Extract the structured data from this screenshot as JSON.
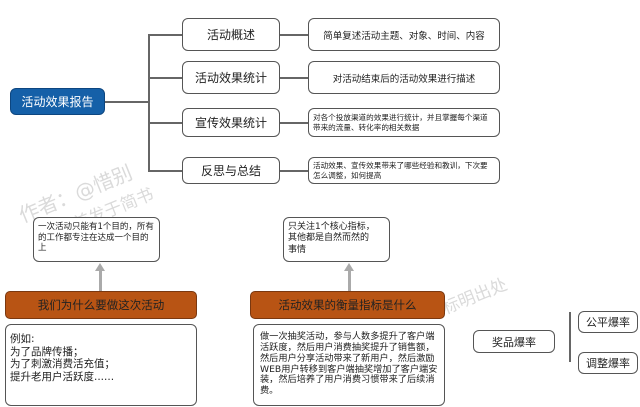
{
  "root": {
    "label": "活动效果报告",
    "color": "#1560a8"
  },
  "branches": [
    {
      "label": "活动概述",
      "desc": "简单复述活动主题、对象、时间、内容"
    },
    {
      "label": "活动效果统计",
      "desc": "对活动结束后的活动效果进行描述"
    },
    {
      "label": "宣传效果统计",
      "desc": "对各个投放渠道的效果进行统计，并且掌握每个渠道带来的流量、转化率的相关数据"
    },
    {
      "label": "反思与总结",
      "desc": "活动效果、宣传效果带来了哪些经验和教训，下次要怎么调整，如何提高"
    }
  ],
  "section1": {
    "title": "我们为什么要做这次活动",
    "note": "一次活动只能有1个目的，所有的工作都专注在达成一个目的上",
    "detail": "例如:\n为了品牌传播；\n为了刺激消费活充值；\n提升老用户活跃度......"
  },
  "section2": {
    "title": "活动效果的衡量指标是什么",
    "note": "只关注1个核心指标，\n其他都是自然而然的\n事情",
    "detail": "做一次抽奖活动，参与人数多提升了客户端活跃度，然后用户消费抽奖提升了销售额，然后用户分享活动带来了新用户，然后激励WEB用户转移到客户端抽奖增加了客户端安装，然后培养了用户消费习惯带来了后续消费。"
  },
  "prize": {
    "label": "奖品爆率",
    "children": [
      "公平爆率",
      "调整爆率"
    ]
  },
  "accent_color": "#b85414",
  "watermark": {
    "line1": "作者：@惜别",
    "line2": "首发于简书",
    "line3": "标明出处"
  }
}
